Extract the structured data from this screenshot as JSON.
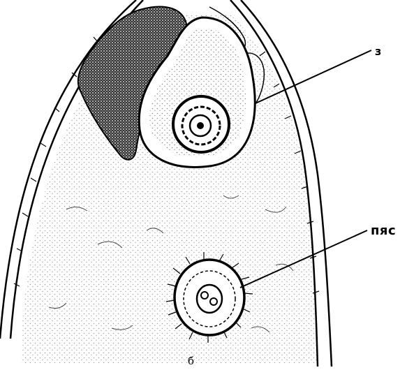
{
  "labels": {
    "zygote": "з",
    "primary_endosperm_nucleus": "пяс",
    "panel": "б"
  },
  "colors": {
    "ink": "#000000",
    "paper": "#ffffff"
  }
}
